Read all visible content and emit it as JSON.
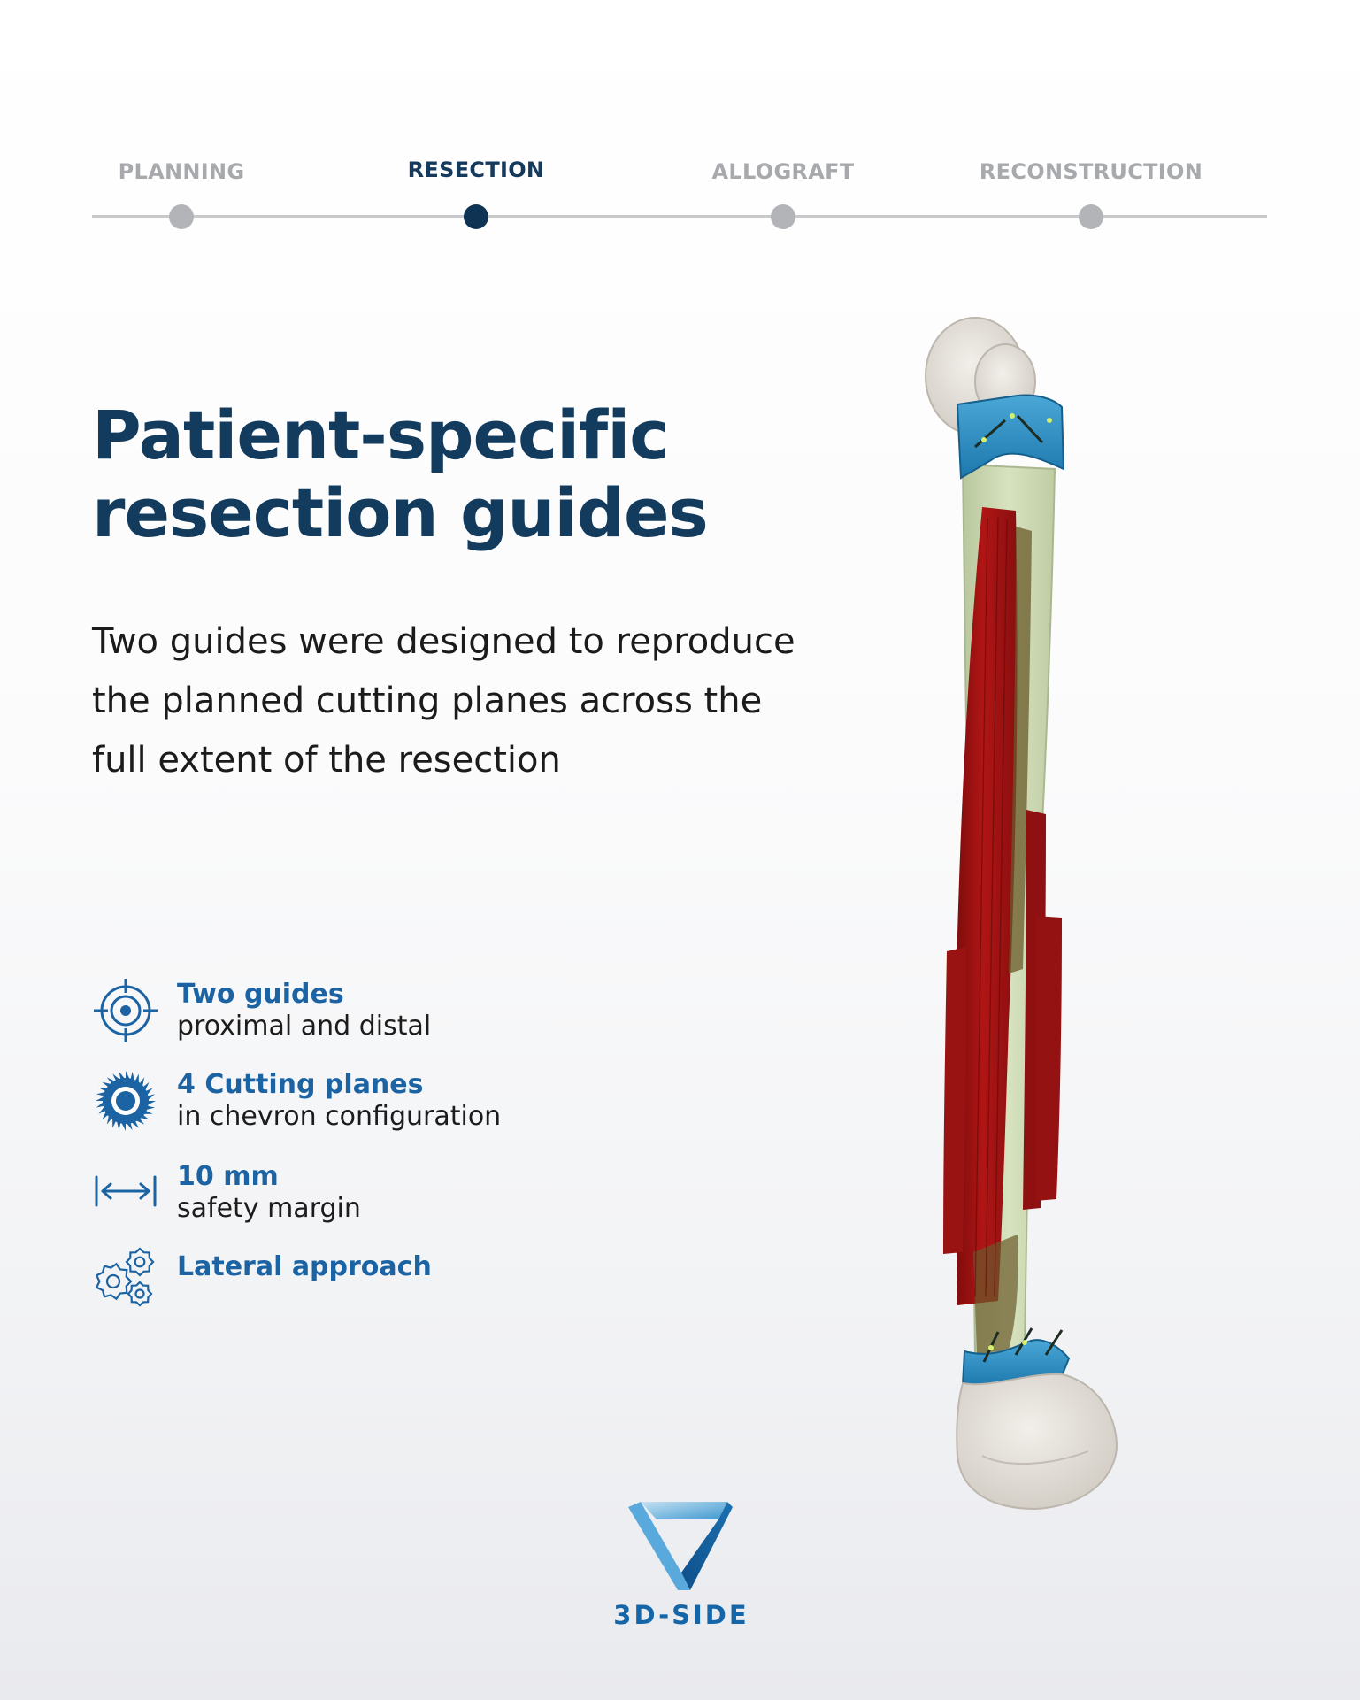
{
  "steps": [
    {
      "label": "PLANNING",
      "active": false
    },
    {
      "label": "RESECTION",
      "active": true
    },
    {
      "label": "ALLOGRAFT",
      "active": false
    },
    {
      "label": "RECONSTRUCTION",
      "active": false
    }
  ],
  "title": {
    "line1": "Patient-specific",
    "line2": "resection guides"
  },
  "description": {
    "line1": "Two guides were designed to reproduce",
    "line2": "the planned cutting planes across the",
    "line3": "full extent of the resection"
  },
  "features": [
    {
      "icon": "target-icon",
      "title": "Two guides",
      "subtitle": "proximal and distal"
    },
    {
      "icon": "saw-blade-icon",
      "title": "4 Cutting planes",
      "subtitle": "in chevron configuration"
    },
    {
      "icon": "width-arrows-icon",
      "title": "10 mm",
      "subtitle": "safety margin"
    },
    {
      "icon": "gears-icon",
      "title": "Lateral approach"
    }
  ],
  "logo": {
    "text": "3D-SIDE"
  },
  "colors": {
    "navy": "#123b5e",
    "accent_blue": "#1b63a3",
    "inactive_gray": "#a7a9ad",
    "guide_blue": "#2a8fc4",
    "tumor_red": "#a31212",
    "bone_green": "#cfdcb4",
    "bone_white": "#e6e1dc"
  }
}
